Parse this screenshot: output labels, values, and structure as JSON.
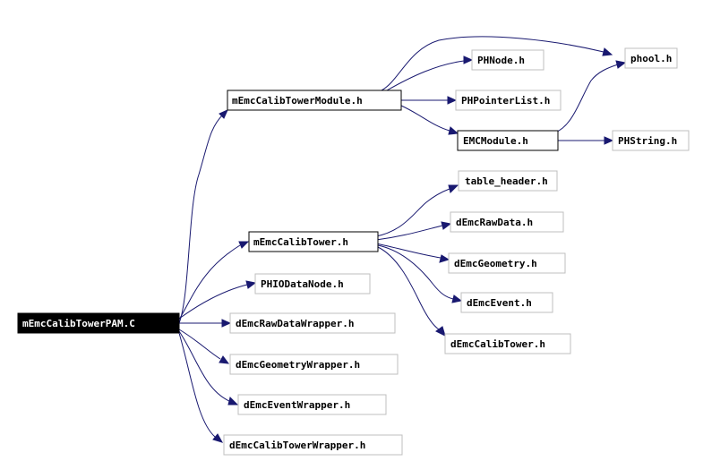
{
  "colors": {
    "edge": "#191970",
    "box_border_internal": "#000000",
    "box_border_external": "#bfbfbf",
    "root_fill": "#000000",
    "root_text": "#ffffff",
    "text": "#000000"
  },
  "nodes": {
    "root": "mEmcCalibTowerPAM.C",
    "calib_tower_module": "mEmcCalibTowerModule.h",
    "calib_tower": "mEmcCalibTower.h",
    "phio_data_node": "PHIODataNode.h",
    "raw_data_wrapper": "dEmcRawDataWrapper.h",
    "geometry_wrapper": "dEmcGeometryWrapper.h",
    "event_wrapper": "dEmcEventWrapper.h",
    "calib_tower_wrapper": "dEmcCalibTowerWrapper.h",
    "phool": "phool.h",
    "phnode": "PHNode.h",
    "phpointerlist": "PHPointerList.h",
    "emcmodule": "EMCModule.h",
    "phstring": "PHString.h",
    "table_header": "table_header.h",
    "raw_data": "dEmcRawData.h",
    "geometry": "dEmcGeometry.h",
    "event": "dEmcEvent.h",
    "calib_tower_table": "dEmcCalibTower.h"
  }
}
